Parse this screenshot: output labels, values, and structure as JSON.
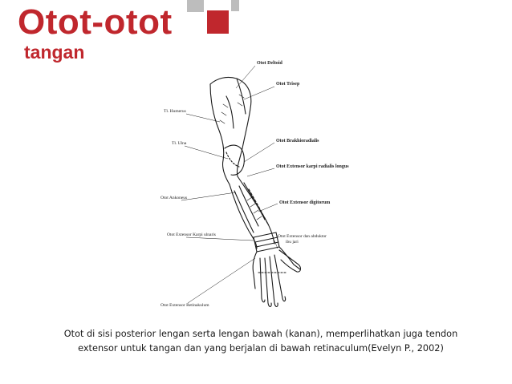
{
  "slide": {
    "title": "Otot-otot",
    "subtitle": "tangan",
    "accent_color": "#c0272d",
    "secondary_color": "#bdbdbd"
  },
  "figure": {
    "labels": {
      "deltoid": "Otot Deltoid",
      "trisep": "Otot Trisep",
      "humerus": "Tl. Humerus",
      "ulna": "Tl. Ulna",
      "brakhioradialis": "Otot Brakhioradialis",
      "ext_karpi_radialis": "Otot Extensor karpi radialis longus",
      "ankoneus": "Otot Ankoneus",
      "ext_digitorum": "Otot Extensor digitorum",
      "ext_karpi_ulnaris": "Otot Extensor Karpi ulnaris",
      "ext_abduktor_1": "Otot Extensor dan abduktor",
      "ext_abduktor_2": "ibu jari",
      "retinakulum": "Otot Extensor Retinakulum"
    }
  },
  "caption": {
    "line1": "Otot di sisi posterior lengan serta lengan bawah (kanan), memperlihatkan juga tendon",
    "line2": "extensor untuk tangan dan yang berjalan di bawah retinaculum(Evelyn P., 2002)"
  }
}
